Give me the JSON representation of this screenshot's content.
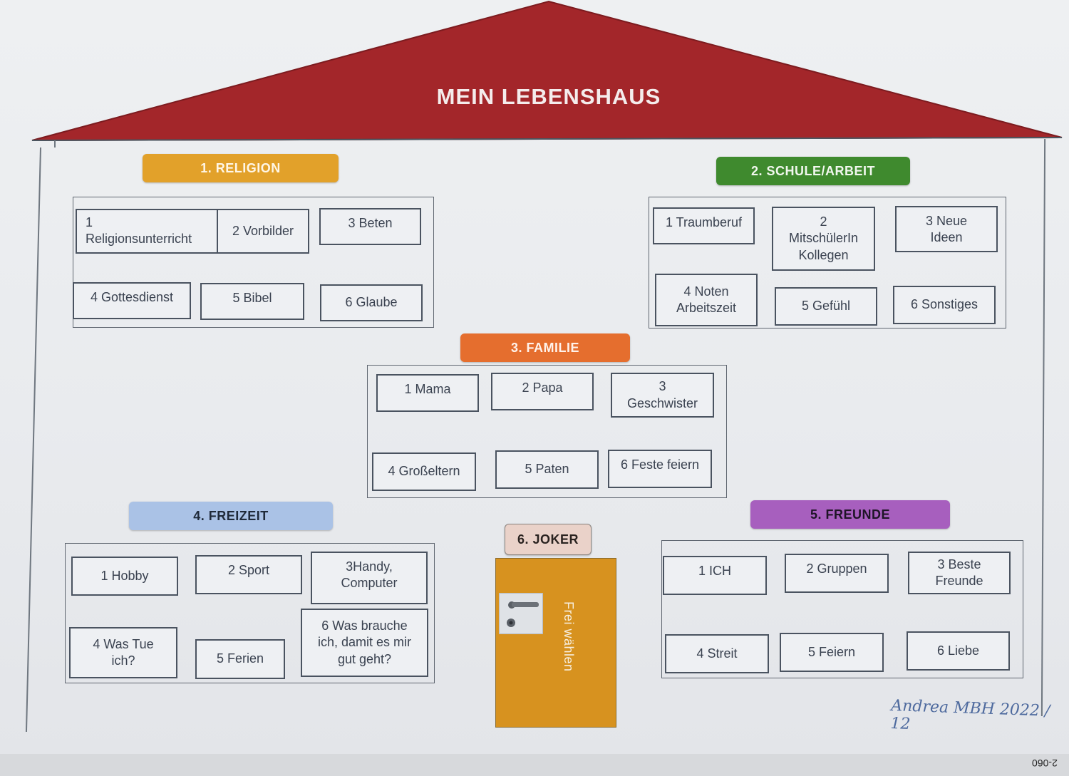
{
  "title": "MEIN LEBENSHAUS",
  "colors": {
    "roof": "#a3262a",
    "religion": "#e2a12a",
    "schule": "#3f8a2e",
    "familie": "#e56e2e",
    "freizeit": "#aac2e6",
    "freunde": "#a75fbe",
    "joker": "#ead2c9",
    "door": "#d7921f"
  },
  "sections": {
    "religion": {
      "label": "1.   RELIGION",
      "items": [
        "1\nReligionsunterricht",
        "2 Vorbilder",
        "3 Beten",
        "4 Gottesdienst",
        "5 Bibel",
        "6 Glaube"
      ]
    },
    "schule": {
      "label": "2. SCHULE/ARBEIT",
      "items": [
        "1 Traumberuf",
        "2\nMitschülerIn\nKollegen",
        "3 Neue\nIdeen",
        "4 Noten\nArbeitszeit",
        "5 Gefühl",
        "6 Sonstiges"
      ]
    },
    "familie": {
      "label": "3. FAMILIE",
      "items": [
        "1 Mama",
        "2 Papa",
        "3\nGeschwister",
        "4 Großeltern",
        "5 Paten",
        "6 Feste feiern"
      ]
    },
    "freizeit": {
      "label": "4. FREIZEIT",
      "items": [
        "1 Hobby",
        "2 Sport",
        "3Handy,\nComputer",
        "4 Was Tue\nich?",
        "5 Ferien",
        "6 Was brauche\nich, damit es mir\ngut geht?"
      ]
    },
    "freunde": {
      "label": "5. FREUNDE",
      "items": [
        "1 ICH",
        "2 Gruppen",
        "3 Beste\nFreunde",
        "4 Streit",
        "5 Feiern",
        "6 Liebe"
      ]
    },
    "joker": {
      "label": "6. JOKER",
      "door_text": "Frei wählen"
    }
  },
  "signature": "Andrea MBH 2022 / 12",
  "page_code": "2-060"
}
